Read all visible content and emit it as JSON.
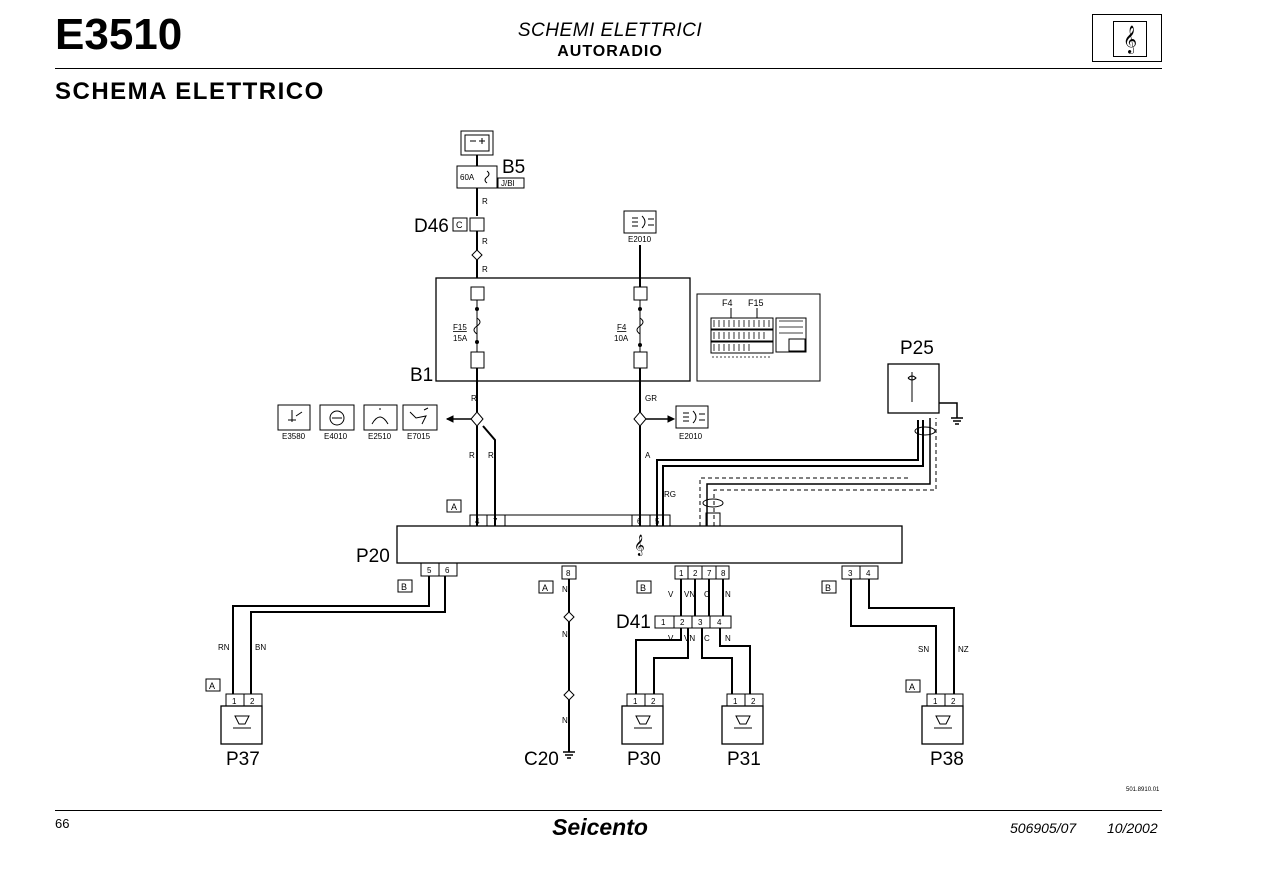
{
  "header": {
    "code": "E3510",
    "category": "SCHEMI ELETTRICI",
    "subject": "AUTORADIO",
    "icon": "radio-treble-clef-icon"
  },
  "section_title": "SCHEMA ELETTRICO",
  "footer": {
    "page": "66",
    "brand": "Seicento",
    "doc_code": "506905/07",
    "date": "10/2002"
  },
  "diagram": {
    "components": {
      "b5": "B5",
      "b5_fuse": "60A",
      "b5_tag": "J/BI",
      "d46": "D46",
      "d46_tag": "C",
      "b1": "B1",
      "f15": "F15",
      "f15_rating": "15A",
      "f4": "F4",
      "f4_rating": "10A",
      "fusebox_f4": "F4",
      "fusebox_f15": "F15",
      "e2010_top": "E2010",
      "e2010_right": "E2010",
      "e3580": "E3580",
      "e4010": "E4010",
      "e2510": "E2510",
      "e7015": "E7015",
      "p25": "P25",
      "p20": "P20",
      "p37": "P37",
      "p30": "P30",
      "p31": "P31",
      "p38": "P38",
      "c20": "C20",
      "d41": "D41"
    },
    "connectors": {
      "a": "A",
      "b": "B"
    },
    "pins": {
      "p20_top": [
        "4",
        "7",
        "6",
        "5"
      ],
      "p20_bottom_left": [
        "5",
        "6"
      ],
      "p20_bottom_mid": [
        "8"
      ],
      "p20_bottom_d41": [
        "1",
        "2",
        "7",
        "8"
      ],
      "p20_bottom_right": [
        "3",
        "4"
      ],
      "d41_lower": [
        "1",
        "2",
        "3",
        "4"
      ],
      "speaker_pins": [
        "1",
        "2"
      ]
    },
    "wires": {
      "r": "R",
      "gr": "GR",
      "a": "A",
      "rg": "RG",
      "rn": "RN",
      "bn": "BN",
      "n": "N",
      "v": "V",
      "vn": "VN",
      "c": "C",
      "sn": "SN",
      "nz": "NZ"
    },
    "ref_code": "501.8910.01"
  }
}
